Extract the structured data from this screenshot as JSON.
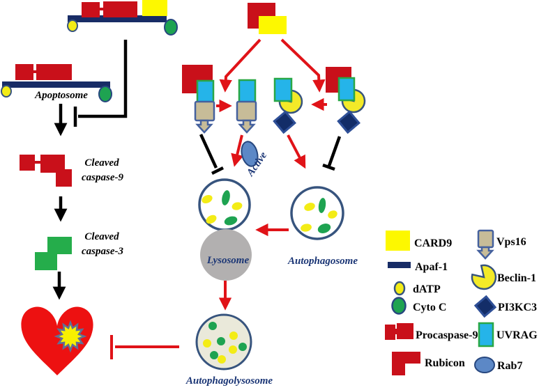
{
  "diagram": {
    "labels": {
      "apoptosome": "Apoptosome",
      "cleaved_caspase9_l1": "Cleaved",
      "cleaved_caspase9_l2": "caspase-9",
      "cleaved_caspase3_l1": "Cleaved",
      "cleaved_caspase3_l2": "caspase-3",
      "active": "Active",
      "lysosome": "Lysosome",
      "autophagosome": "Autophagosome",
      "autophagolysosome": "Autophagolysosome"
    },
    "legend": {
      "items": [
        {
          "label": "CARD9",
          "swatch": "yellow-square"
        },
        {
          "label": "Apaf-1",
          "swatch": "navy-bar"
        },
        {
          "label": "dATP",
          "swatch": "yellow-circle"
        },
        {
          "label": "Cyto C",
          "swatch": "green-oval"
        },
        {
          "label": "Procaspase-9",
          "swatch": "red-blocks"
        },
        {
          "label": "Rubicon",
          "swatch": "red-flag"
        },
        {
          "label": "Vps16",
          "swatch": "tan-plunger"
        },
        {
          "label": "Beclin-1",
          "swatch": "yellow-pacman"
        },
        {
          "label": "PI3KC3",
          "swatch": "navy-diamond"
        },
        {
          "label": "UVRAG",
          "swatch": "cyan-rect"
        },
        {
          "label": "Rab7",
          "swatch": "blue-oval"
        }
      ]
    },
    "pathway": {
      "top_left_complex": [
        "Procaspase-9",
        "CARD9",
        "Apaf-1",
        "dATP",
        "Cyto C"
      ],
      "apoptosome_complex": [
        "Procaspase-9",
        "Apaf-1",
        "dATP",
        "Cyto C"
      ],
      "card9_rubicon_complex": [
        "Rubicon",
        "CARD9"
      ],
      "rubicon_uvrag_vps16_complex": [
        "Rubicon",
        "UVRAG",
        "Vps16"
      ],
      "uvrag_vps16_complex": [
        "UVRAG",
        "Vps16"
      ],
      "uvrag_beclin1_pi3kc3_complex": [
        "UVRAG",
        "Beclin-1",
        "PI3KC3"
      ],
      "rubicon_uvrag_beclin1_pi3kc3_complex": [
        "Rubicon",
        "UVRAG",
        "Beclin-1",
        "PI3KC3"
      ],
      "rab7_state": "Active"
    },
    "colors": {
      "red_shape": "#c9101a",
      "red_arrow": "#e01318",
      "heart_red": "#ed1111",
      "yellow": "#fdf800",
      "navy": "#182c66",
      "cyan_uvrag": "#25b4e9",
      "uvrag_border_green": "#29a746",
      "tan_vps16": "#c7bc98",
      "slate_border": "#45619e",
      "green": "#1ea351",
      "caspase3_green": "#25ad4b",
      "steel_blue_rab7": "#5c88c6",
      "lysosome_gray": "#b2b0b0",
      "autophagolysosome_fill": "#eae9da",
      "vesicle_outline": "#37547e",
      "label_navy": "#1a3575",
      "black": "#000000"
    }
  }
}
